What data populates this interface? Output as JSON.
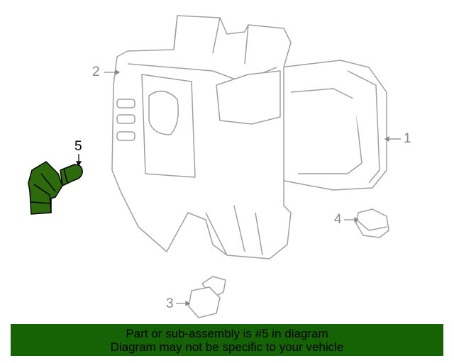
{
  "diagram": {
    "callouts": [
      {
        "number": "1"
      },
      {
        "number": "2"
      },
      {
        "number": "3"
      },
      {
        "number": "4"
      },
      {
        "number": "5"
      }
    ],
    "highlighted_part": "5",
    "highlight_color": "#2d6a0c",
    "line_color": "#a0a0a0"
  },
  "banner": {
    "line1": "Part or sub-assembly is #5 in diagram",
    "line2": "Diagram may not be specific to your vehicle",
    "background": "#156305"
  }
}
